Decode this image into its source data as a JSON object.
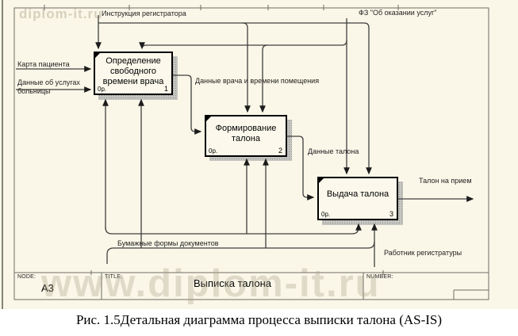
{
  "colors": {
    "canvas_bg": "#fbf7e8",
    "wire": "#3f3f3f"
  },
  "watermark": {
    "top": "diplom-it.ru",
    "bottom": "www.diplom-it.ru"
  },
  "diagram": {
    "controls": {
      "instruction": "Инструкция регистратора",
      "law": "ФЗ \"Об оказании услуг\""
    },
    "inputs": {
      "card": "Карта пациента",
      "services": "Данные об услугах больницы"
    },
    "boxes": [
      {
        "title": "Определение свободного времени врача",
        "cost": "0р.",
        "number": "1"
      },
      {
        "title": "Формирование талона",
        "cost": "0р.",
        "number": "2"
      },
      {
        "title": "Выдача талона",
        "cost": "0р.",
        "number": "3"
      }
    ],
    "flows": {
      "doctor_time": "Данные врача и времени помещения",
      "ticket_data": "Данные талона",
      "ticket_out": "Талон на прием"
    },
    "mechanisms": {
      "paper_forms": "Бумажные формы документов",
      "registrar": "Работник регистратуры"
    }
  },
  "title_bar": {
    "node_label": "NODE:",
    "node_value": "A3",
    "title_label": "TITLE:",
    "title_value": "Выписка талона",
    "number_label": "NUMBER:"
  },
  "caption": "Рис. 1.5Детальная диаграмма процесса выписки талона (AS-IS)"
}
